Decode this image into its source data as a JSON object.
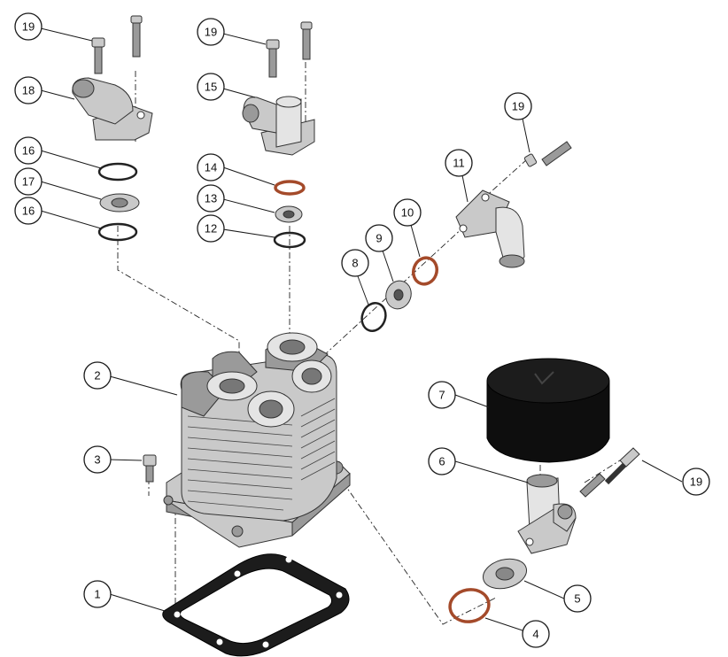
{
  "diagram": {
    "type": "exploded-assembly",
    "callouts": [
      {
        "id": "c19a",
        "label": "19"
      },
      {
        "id": "c18",
        "label": "18"
      },
      {
        "id": "c16a",
        "label": "16"
      },
      {
        "id": "c17",
        "label": "17"
      },
      {
        "id": "c16b",
        "label": "16"
      },
      {
        "id": "c19b",
        "label": "19"
      },
      {
        "id": "c15",
        "label": "15"
      },
      {
        "id": "c14",
        "label": "14"
      },
      {
        "id": "c13",
        "label": "13"
      },
      {
        "id": "c12",
        "label": "12"
      },
      {
        "id": "c19c",
        "label": "19"
      },
      {
        "id": "c11",
        "label": "11"
      },
      {
        "id": "c10",
        "label": "10"
      },
      {
        "id": "c9",
        "label": "9"
      },
      {
        "id": "c8",
        "label": "8"
      },
      {
        "id": "c2",
        "label": "2"
      },
      {
        "id": "c7",
        "label": "7"
      },
      {
        "id": "c6",
        "label": "6"
      },
      {
        "id": "c19d",
        "label": "19"
      },
      {
        "id": "c3",
        "label": "3"
      },
      {
        "id": "c5",
        "label": "5"
      },
      {
        "id": "c1",
        "label": "1"
      },
      {
        "id": "c4",
        "label": "4"
      }
    ],
    "colors": {
      "metal": "#c9c9c9",
      "outline": "#333333",
      "red_oring": "#a44a2a",
      "black_part": "#111111",
      "background": "#ffffff"
    }
  }
}
